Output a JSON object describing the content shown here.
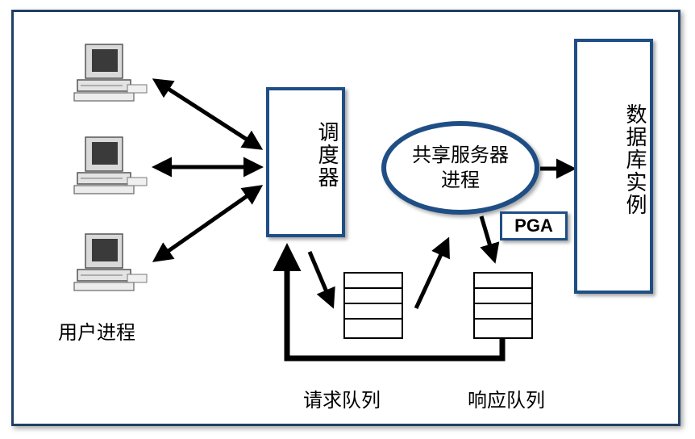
{
  "labels": {
    "user_process": "用户进程",
    "dispatcher": "调度器",
    "shared_server": "共享服务器进程",
    "db_instance": "数据库实例",
    "pga": "PGA",
    "request_queue": "请求队列",
    "response_queue": "响应队列"
  },
  "icons": [
    "computer-icon",
    "computer-icon",
    "computer-icon"
  ],
  "colors": {
    "box_border": "#1f4e85",
    "frame_border": "#1f3f66",
    "arrow": "#000000"
  }
}
